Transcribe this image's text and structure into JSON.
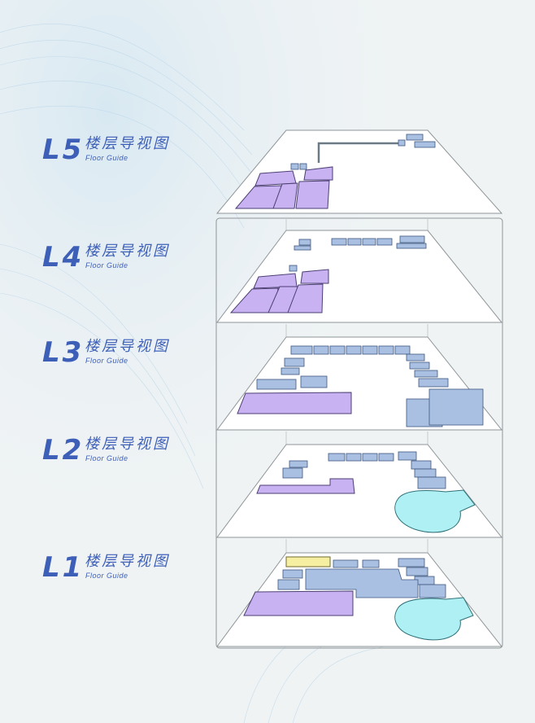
{
  "floors": [
    {
      "id": "L5",
      "label": "L5",
      "title": "楼层导视图",
      "subtitle": "Floor Guide"
    },
    {
      "id": "L4",
      "label": "L4",
      "title": "楼层导视图",
      "subtitle": "Floor Guide"
    },
    {
      "id": "L3",
      "label": "L3",
      "title": "楼层导视图",
      "subtitle": "Floor Guide"
    },
    {
      "id": "L2",
      "label": "L2",
      "title": "楼层导视图",
      "subtitle": "Floor Guide"
    },
    {
      "id": "L1",
      "label": "L1",
      "title": "楼层导视图",
      "subtitle": "Floor Guide"
    }
  ],
  "colors": {
    "text_blue": "#3d5fb8",
    "zone_purple": "#c9b2f2",
    "zone_blue": "#a9c0e2",
    "zone_cyan": "#aef0f3",
    "zone_yellow": "#f6eea0",
    "slab": "#ffffff",
    "background": "#eff3f4"
  }
}
